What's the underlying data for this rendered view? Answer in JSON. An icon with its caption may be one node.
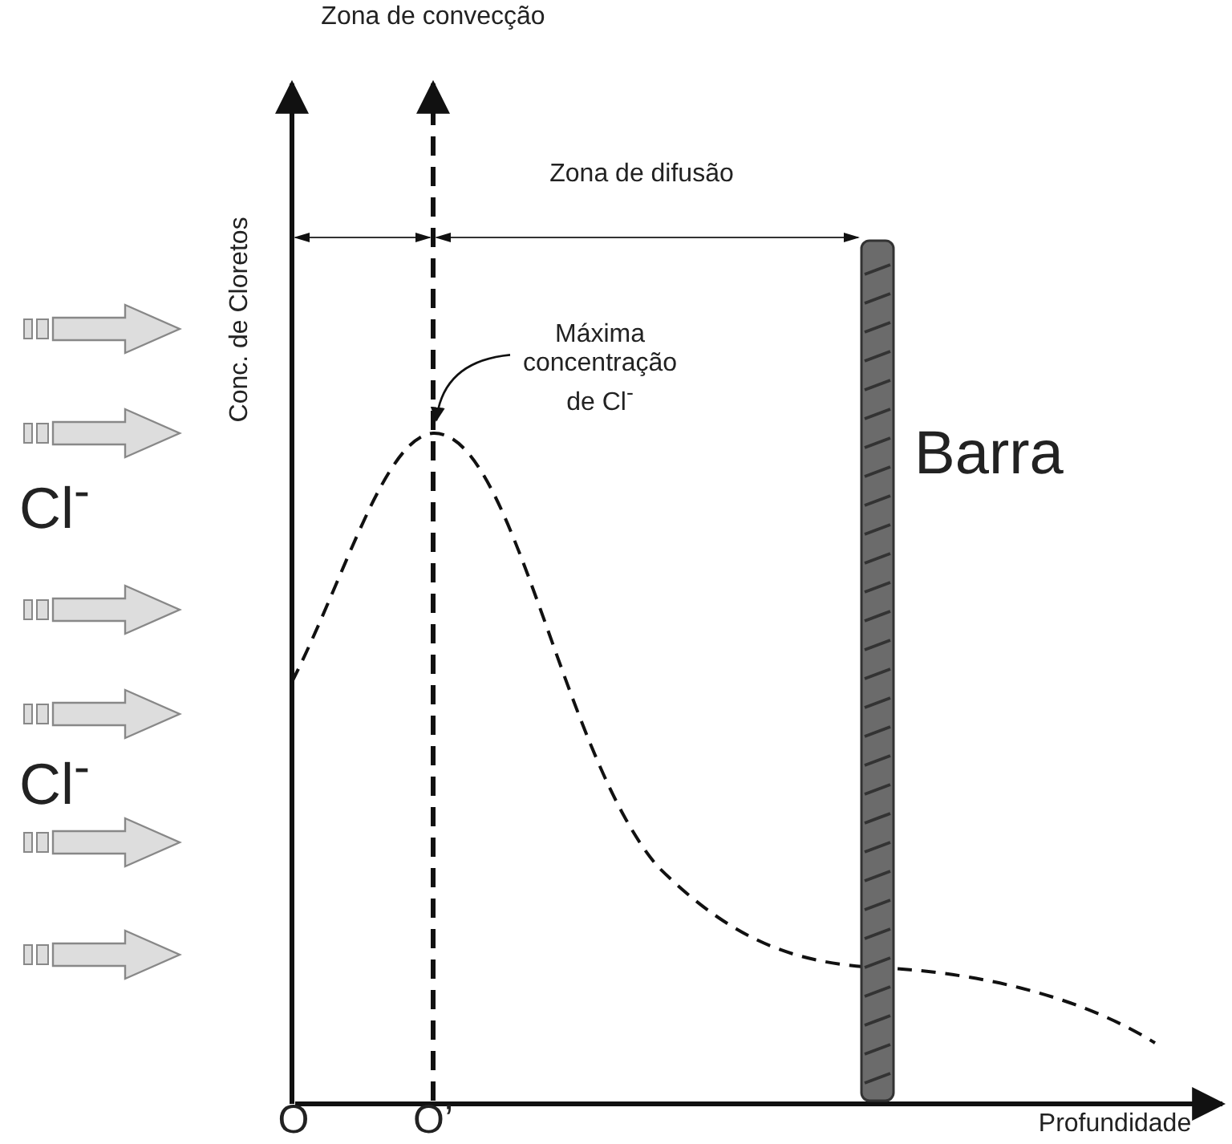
{
  "diagram": {
    "nodes": [
      {
        "text": [
          "Máxima concentração de Cl$^{-}$"
        ]
      },
      {
        "text": [],
        "shape": "curve"
      }
    ],
    "edges": [
      {
        "from": 0,
        "to": 1,
        "arrow": "to"
      }
    ],
    "labels": [
      "Zona de convecção",
      "Zona de difusão",
      "Conc. de Cloretos",
      "Cl$^{-}$",
      "Cl$^{-}$",
      "Barra",
      "O",
      "O’",
      "Profundidade"
    ]
  }
}
